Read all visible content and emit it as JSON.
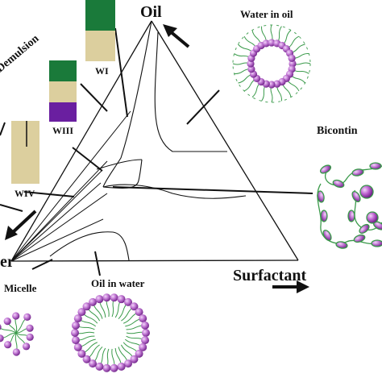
{
  "labels": {
    "oil": "Oil",
    "water": "er",
    "surfactant": "Surfactant",
    "emulsion": "Demulsion",
    "winsor_1": "WI",
    "winsor_3": "WIII",
    "winsor_4": "WIV",
    "water_in_oil": "Water in oil",
    "bicontinuous": "Bicontin",
    "micelle": "Micelle",
    "oil_in_water": "Oil in water"
  },
  "colors": {
    "green": "#1a7a3a",
    "beige": "#dccf9e",
    "purple": "#6a1fa0",
    "sphere": "#b765c9",
    "tail": "#3a9a4a"
  }
}
